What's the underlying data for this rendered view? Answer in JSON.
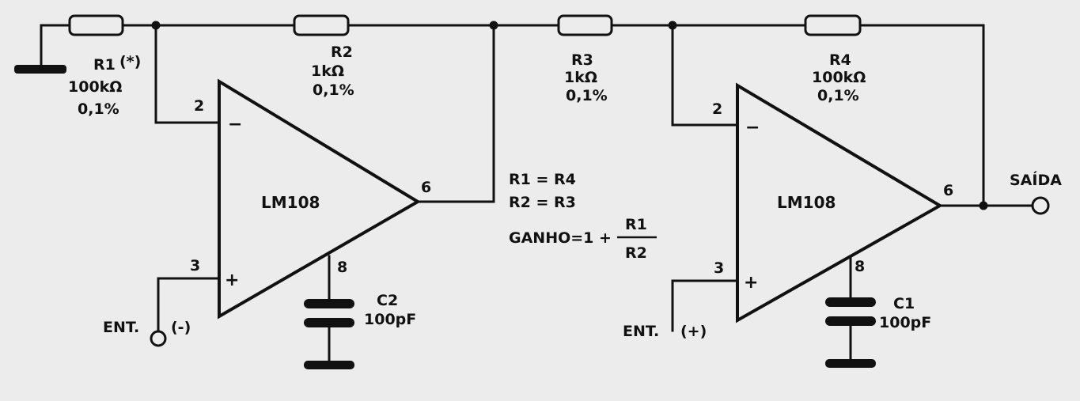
{
  "resistors": {
    "r1": {
      "name": "R1",
      "mark": "(*)",
      "value": "100kΩ",
      "tolerance": "0,1%"
    },
    "r2": {
      "name": "R2",
      "value": "1kΩ",
      "tolerance": "0,1%"
    },
    "r3": {
      "name": "R3",
      "value": "1kΩ",
      "tolerance": "0,1%"
    },
    "r4": {
      "name": "R4",
      "value": "100kΩ",
      "tolerance": "0,1%"
    }
  },
  "opamps": {
    "u1": {
      "label": "LM108",
      "pin_inverting": "2",
      "pin_noninverting": "3",
      "pin_output": "6",
      "pin_comp": "8",
      "minus": "−",
      "plus": "+"
    },
    "u2": {
      "label": "LM108",
      "pin_inverting": "2",
      "pin_noninverting": "3",
      "pin_output": "6",
      "pin_comp": "8",
      "minus": "−",
      "plus": "+"
    }
  },
  "capacitors": {
    "c1": {
      "name": "C1",
      "value": "100pF"
    },
    "c2": {
      "name": "C2",
      "value": "100pF"
    }
  },
  "inputs": {
    "negative": {
      "label": "ENT.",
      "polarity": "(-)"
    },
    "positive": {
      "label": "ENT.",
      "polarity": "(+)"
    }
  },
  "output": {
    "label": "SAÍDA"
  },
  "equations": {
    "eq1": "R1 = R4",
    "eq2": "R2 = R3",
    "gain_prefix": "GANHO=1 +",
    "gain_numerator": "R1",
    "gain_denominator": "R2"
  }
}
